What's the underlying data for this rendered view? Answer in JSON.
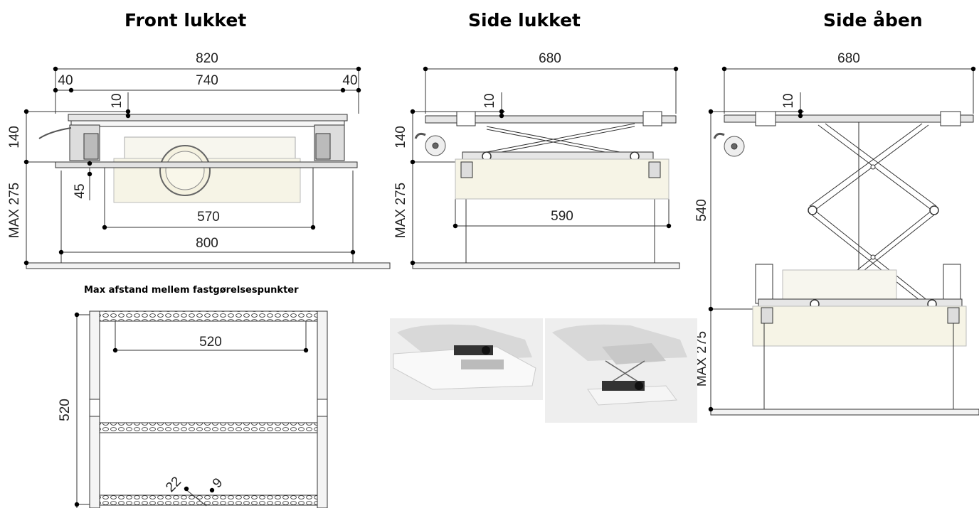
{
  "titles": {
    "front_closed": "Front lukket",
    "side_closed": "Side lukket",
    "side_open": "Side åben",
    "mount_distance": "Max afstand mellem fastgørelsespunkter"
  },
  "front": {
    "overall_width": "820",
    "left_edge": "40",
    "inner_width": "740",
    "right_edge": "40",
    "plate_thickness": "10",
    "height_closed": "140",
    "offset": "45",
    "projector_max": "MAX 275",
    "rod_span": "570",
    "bottom_width": "800"
  },
  "side_closed": {
    "overall_width": "680",
    "plate_thickness": "10",
    "height_closed": "140",
    "projector_max": "MAX 275",
    "rod_span": "590"
  },
  "side_open": {
    "overall_width": "680",
    "plate_thickness": "10",
    "extension": "540",
    "projector_max": "MAX 275"
  },
  "mount": {
    "span_horizontal": "520",
    "span_vertical": "520",
    "hole_a": "22",
    "hole_b": "9"
  },
  "colors": {
    "line": "#333333",
    "plate": "#c9c9c9",
    "projector": "#f4f2e6",
    "photo_bg": "#eeeeee"
  }
}
